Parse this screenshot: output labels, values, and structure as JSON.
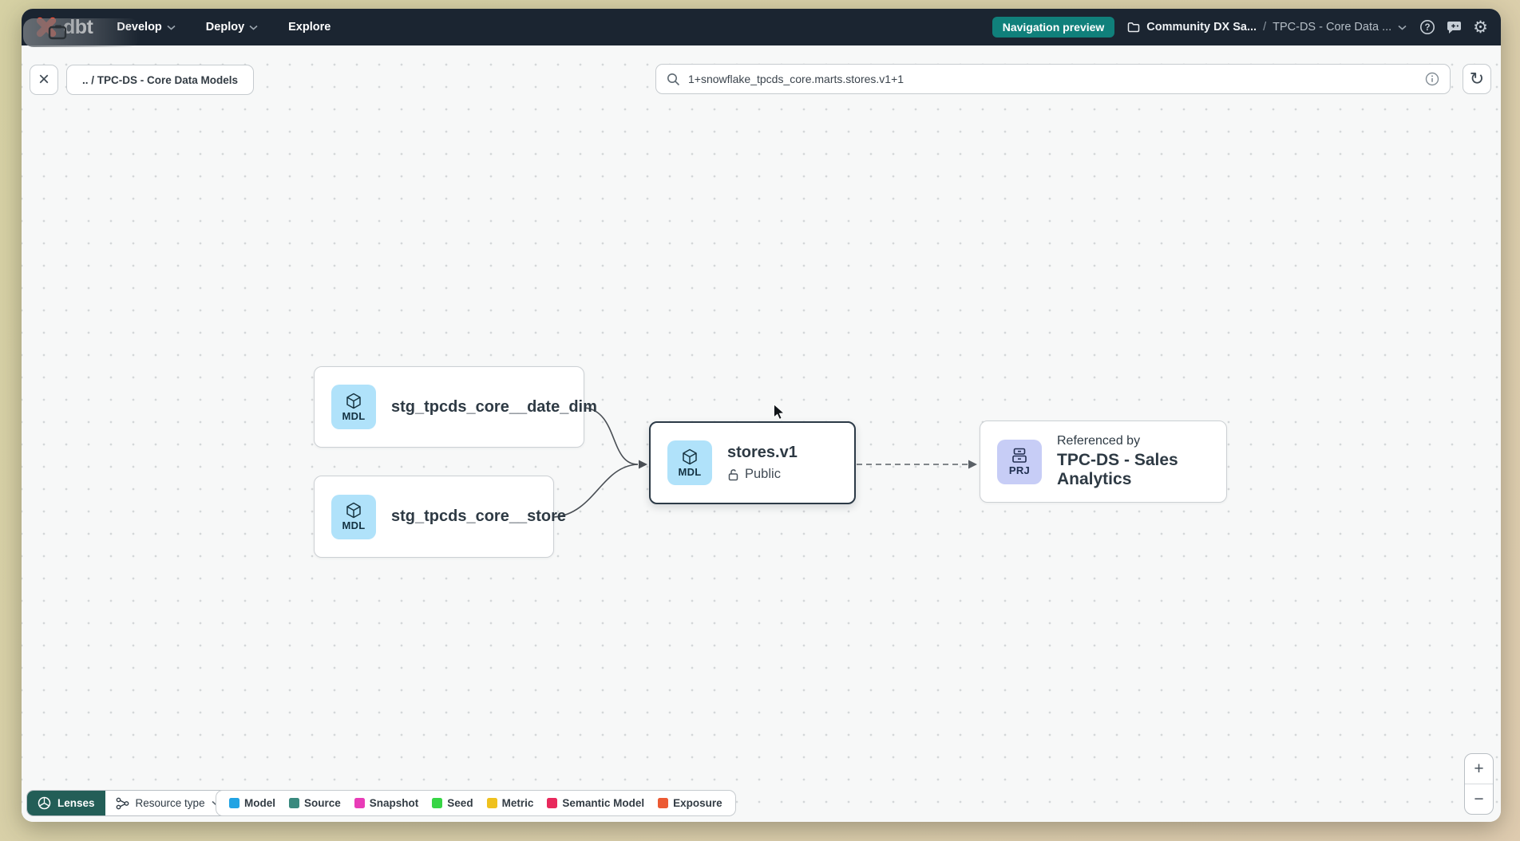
{
  "navbar": {
    "logo_text": "dbt",
    "menu": [
      {
        "label": "Develop"
      },
      {
        "label": "Deploy"
      },
      {
        "label": "Explore"
      }
    ],
    "preview_badge": "Navigation preview",
    "account_name": "Community DX Sa...",
    "breadcrumb_separator": "/",
    "project_name": "TPC-DS - Core Data ..."
  },
  "toolbar": {
    "breadcrumb_chip": ".. / TPC-DS - Core Data Models",
    "search_value": "1+snowflake_tpcds_core.marts.stores.v1+1"
  },
  "icons": {
    "close": "×",
    "refresh": "↻",
    "gear": "⚙",
    "help": "?"
  },
  "graph": {
    "nodes": {
      "date_dim": {
        "badge": "MDL",
        "label": "stg_tpcds_core__date_dim"
      },
      "store": {
        "badge": "MDL",
        "label": "stg_tpcds_core__store"
      },
      "stores_v1": {
        "badge": "MDL",
        "label": "stores.v1",
        "access": "Public",
        "selected": true
      },
      "referenced": {
        "badge": "PRJ",
        "kicker": "Referenced by",
        "label": "TPC-DS - Sales Analytics"
      }
    },
    "edges": [
      {
        "from": "stg_tpcds_core__date_dim",
        "to": "stores.v1",
        "style": "solid"
      },
      {
        "from": "stg_tpcds_core__store",
        "to": "stores.v1",
        "style": "solid"
      },
      {
        "from": "stores.v1",
        "to": "TPC-DS - Sales Analytics",
        "style": "dashed"
      }
    ]
  },
  "footer": {
    "lenses_label": "Lenses",
    "resource_type_label": "Resource type",
    "legend": [
      {
        "label": "Model",
        "color": "#21a3e3"
      },
      {
        "label": "Source",
        "color": "#39897e"
      },
      {
        "label": "Snapshot",
        "color": "#e83cb7"
      },
      {
        "label": "Seed",
        "color": "#37d545"
      },
      {
        "label": "Metric",
        "color": "#efc11e"
      },
      {
        "label": "Semantic Model",
        "color": "#e8295c"
      },
      {
        "label": "Exposure",
        "color": "#ec5a33"
      }
    ]
  },
  "zoom_controls": {
    "zoom_in": "+",
    "zoom_out": "−"
  },
  "colors": {
    "navbar_bg": "#1b2531",
    "badge_teal": "#10807b",
    "lenses_teal": "#235e57",
    "model_chip_blue": "#b0e2fa",
    "project_chip_purple": "#c7cdf6",
    "dbt_orange": "#ff4a2e"
  }
}
